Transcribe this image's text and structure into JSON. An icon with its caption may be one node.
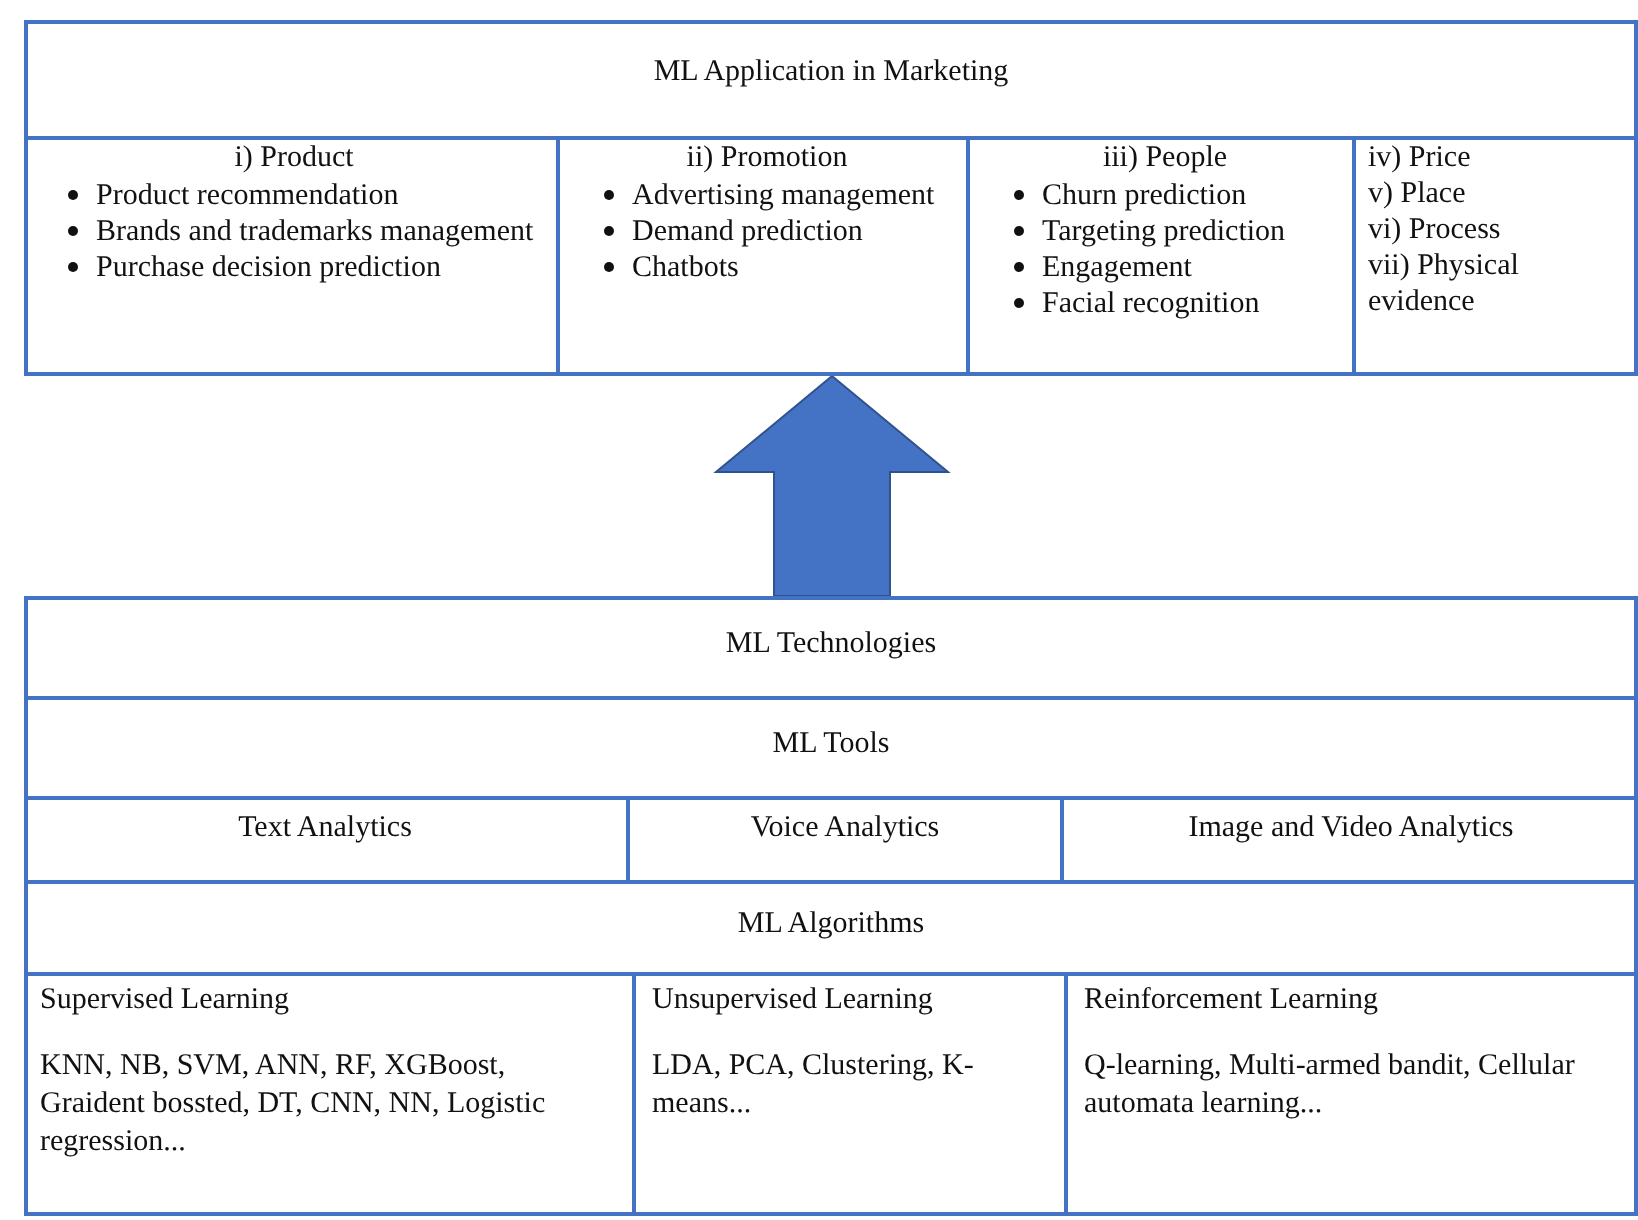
{
  "diagram": {
    "nodes": [
      {
        "text": [
          "ML Application in Marketing"
        ]
      },
      {
        "text": [
          "i) Product",
          "Product recommendation",
          "Brands and trademarks management",
          "Purchase decision prediction"
        ],
        "in": 0
      },
      {
        "text": [
          "ii) Promotion",
          "Advertising management",
          "Demand prediction",
          "Chatbots"
        ],
        "in": 0
      },
      {
        "text": [
          "iii) People",
          "Churn prediction",
          "Targeting prediction",
          "Engagement",
          "Facial recognition"
        ],
        "in": 0
      },
      {
        "text": [
          "iv) Price",
          "v) Place",
          "vi) Process",
          "vii) Physical evidence"
        ],
        "in": 0
      },
      {
        "text": [
          "ML Technologies"
        ]
      },
      {
        "text": [
          "ML Tools"
        ],
        "in": 5
      },
      {
        "text": [
          "Text Analytics"
        ],
        "in": 5
      },
      {
        "text": [
          "Voice Analytics"
        ],
        "in": 5
      },
      {
        "text": [
          "Image and Video Analytics"
        ],
        "in": 5
      },
      {
        "text": [
          "ML Algorithms"
        ],
        "in": 5
      },
      {
        "text": [
          "Supervised Learning",
          "KNN, NB, SVM, ANN, RF, XGBoost, Graident bossted, DT, CNN, NN, Logistic regression..."
        ],
        "in": 5
      },
      {
        "text": [
          "Unsupervised Learning",
          "LDA, PCA, Clustering, K-means..."
        ],
        "in": 5
      },
      {
        "text": [
          "Reinforcement Learning",
          "Q-learning, Multi-armed bandit, Cellular automata learning..."
        ],
        "in": 5
      }
    ],
    "edges": [
      {
        "from": 5,
        "to": 0,
        "arrow": "to"
      }
    ]
  }
}
